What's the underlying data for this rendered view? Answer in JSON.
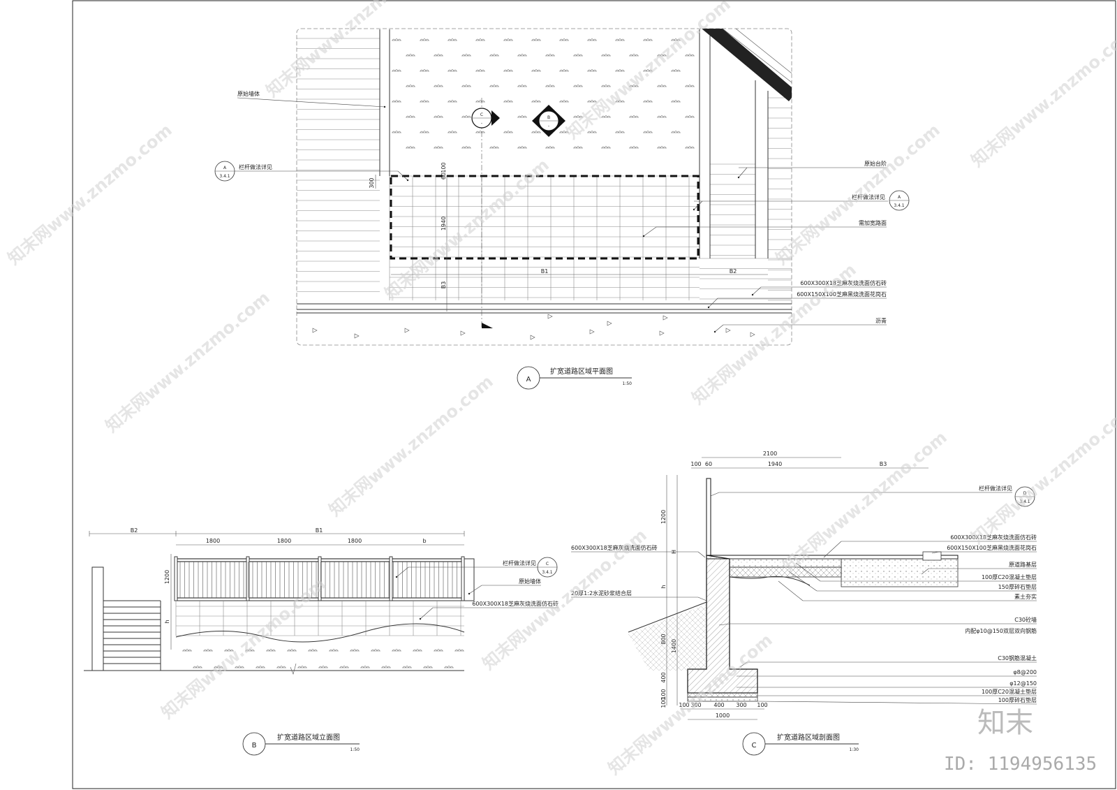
{
  "plan": {
    "title": "扩宽道路区域平面图",
    "scale": "1:50",
    "view_id": "A",
    "labels": {
      "original_wall": "原始墙体",
      "railing_detail": "栏杆做法详见",
      "original_steps": "原始台阶",
      "railing_detail_right": "栏杆做法详见",
      "widened_pavement": "需加宽路面",
      "tile_600x300": "600X300X18芝麻灰烧洗面仿石砖",
      "tile_600x150": "600X150X100芝麻黑烧洗面花岗石",
      "asphalt": "沥青"
    },
    "ref_left": {
      "letter": "A",
      "sheet": "3.4.1"
    },
    "ref_right": {
      "letter": "A",
      "sheet": "3.4.1"
    },
    "section_c": {
      "letter": "C",
      "sheet": "-"
    },
    "section_b": {
      "letter": "B",
      "sheet": "-"
    },
    "dims": {
      "d300": "300",
      "d60": "60",
      "d100": "100",
      "d1940": "1940",
      "b1": "B1",
      "b2": "B2",
      "b3": "B3"
    }
  },
  "elevation": {
    "title": "扩宽道路区域立面图",
    "scale": "1:50",
    "view_id": "B",
    "dims": {
      "b2": "B2",
      "b1": "B1",
      "s1": "1800",
      "s2": "1800",
      "s3": "1800",
      "sb": "b",
      "h1200": "1200",
      "h": "h"
    },
    "labels": {
      "railing_detail": "栏杆做法详见",
      "original_wall": "原始墙体",
      "tile_600x300": "600X300X18芝麻灰烧洗面仿石砖"
    },
    "ref": {
      "letter": "C",
      "sheet": "3.4.1"
    }
  },
  "section": {
    "title": "扩宽道路区域剖面图",
    "scale": "1:30",
    "view_id": "C",
    "dims": {
      "top_2100": "2100",
      "top_100": "100",
      "top_60": "60",
      "top_1940": "1940",
      "top_b3": "B3",
      "v1200": "1200",
      "vH": "H",
      "vh": "h",
      "v800": "800",
      "v1400": "1400",
      "v400": "400",
      "v100a": "100",
      "v100b": "100",
      "b100a": "100",
      "b300a": "300",
      "b400": "400",
      "b300b": "300",
      "b100b": "100",
      "b1000": "1000"
    },
    "labels": {
      "railing_detail": "栏杆做法详见",
      "tile_600x300_r": "600X300X18芝麻灰烧洗面仿石砖",
      "tile_600x150_r": "600X150X100芝麻黑烧洗面花岗石",
      "tile_600x300_l": "600X300X18芝麻灰烧洗面仿石砖",
      "orig_base": "原道路基层",
      "c20_100": "100厚C20混凝土垫层",
      "gravel_150": "150厚碎石垫层",
      "soil": "素土夯实",
      "mortar": "20厚1:2水泥砂浆结合层",
      "c30_wall": "C30砼墙",
      "rebar_wall": "内配φ10@150双层双向钢筋",
      "c30_rc": "C30钢筋混凝土",
      "rebar8": "φ8@200",
      "rebar12": "φ12@150",
      "c20_100b": "100厚C20混凝土垫层",
      "gravel_100": "100厚碎石垫层"
    },
    "ref": {
      "letter": "D",
      "sheet": "3.4.1"
    }
  },
  "watermark": {
    "text": "知末网www.znzmo.com",
    "brand": "知末",
    "id": "ID: 1194956135"
  }
}
